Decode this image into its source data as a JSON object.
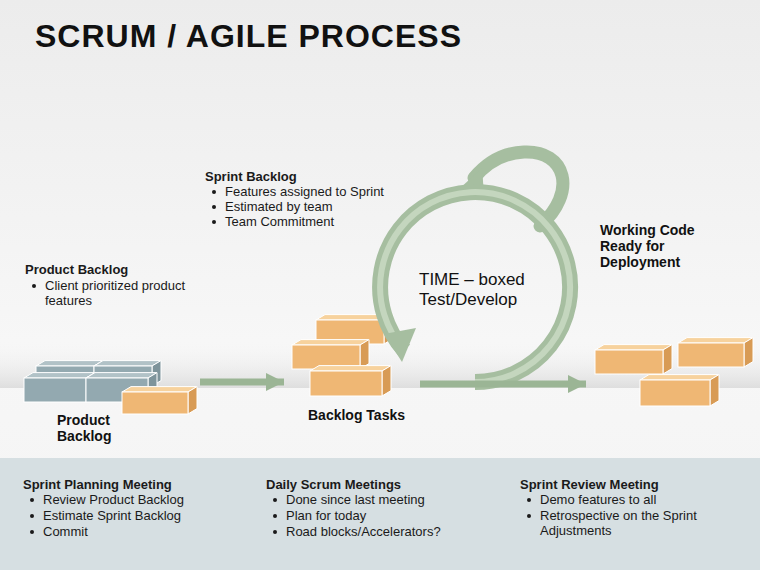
{
  "diagram": {
    "title": "SCRUM / AGILE PROCESS",
    "nodes": [
      {
        "text": [
          "Product Backlog"
        ]
      },
      {
        "text": [
          "Backlog Tasks"
        ]
      },
      {
        "text": [
          "TIME – boxed Test/Develop"
        ]
      },
      {
        "text": [
          "Working Code Ready for Deployment"
        ]
      }
    ],
    "edges": [
      {
        "from": 0,
        "to": 1,
        "arrow": "to"
      },
      {
        "from": 1,
        "to": 3,
        "arrow": "to"
      }
    ],
    "labels": [
      "Product Backlog",
      "Client prioritized product features",
      "Sprint Backlog",
      "Features assigned to Sprint",
      "Estimated by team",
      "Team Commitment",
      "Sprint Planning Meeting",
      "Review Product Backlog",
      "Estimate Sprint Backlog",
      "Commit",
      "Daily Scrum Meetings",
      "Done since last meeting",
      "Plan for today",
      "Road blocks/Accelerators?",
      "Sprint Review Meeting",
      "Demo features to all",
      "Retrospective on the Sprint Adjustments"
    ]
  }
}
